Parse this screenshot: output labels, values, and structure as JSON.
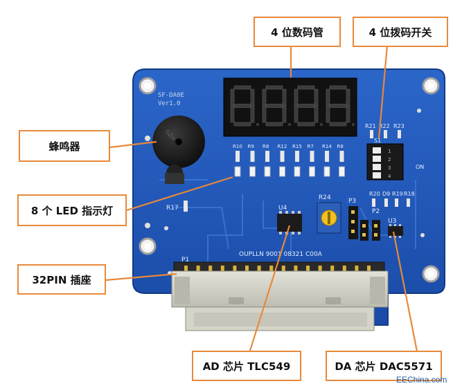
{
  "callouts": {
    "digital_tube": "4 位数码管",
    "dip_switch": "4 位拨码开关",
    "buzzer": "蜂鸣器",
    "led_indicator": "8 个 LED 指示灯",
    "pin_socket": "32PIN 插座",
    "ad_chip": "AD 芯片  TLC549",
    "da_chip": "DA 芯片  DAC5571"
  },
  "board_labels": {
    "model": "SF-DA0E",
    "version": "Ver1.0",
    "bottom_text": "OUPLLN  9001 08321  C00A",
    "p1": "P1",
    "r17": "R17",
    "r24": "R24",
    "p3": "P3",
    "p2": "P2",
    "u4": "U4",
    "u3": "U3",
    "s1": "S1",
    "on": "ON",
    "r21": "R21",
    "r22": "R22",
    "r23": "R23",
    "r20": "R20",
    "d9": "D9",
    "r19": "R19",
    "r18": "R18",
    "led_resistors": [
      "R10",
      "R9",
      "R8",
      "R12",
      "R15",
      "R7",
      "R14",
      "R8"
    ]
  },
  "digits": [
    "8",
    "8",
    "8",
    "8"
  ],
  "watermark": "EEChina.com",
  "colors": {
    "accent": "#e8893a",
    "pcb": "#1f56b8",
    "pcb_dark": "#133f8e",
    "connector": "#cfcfc4"
  }
}
